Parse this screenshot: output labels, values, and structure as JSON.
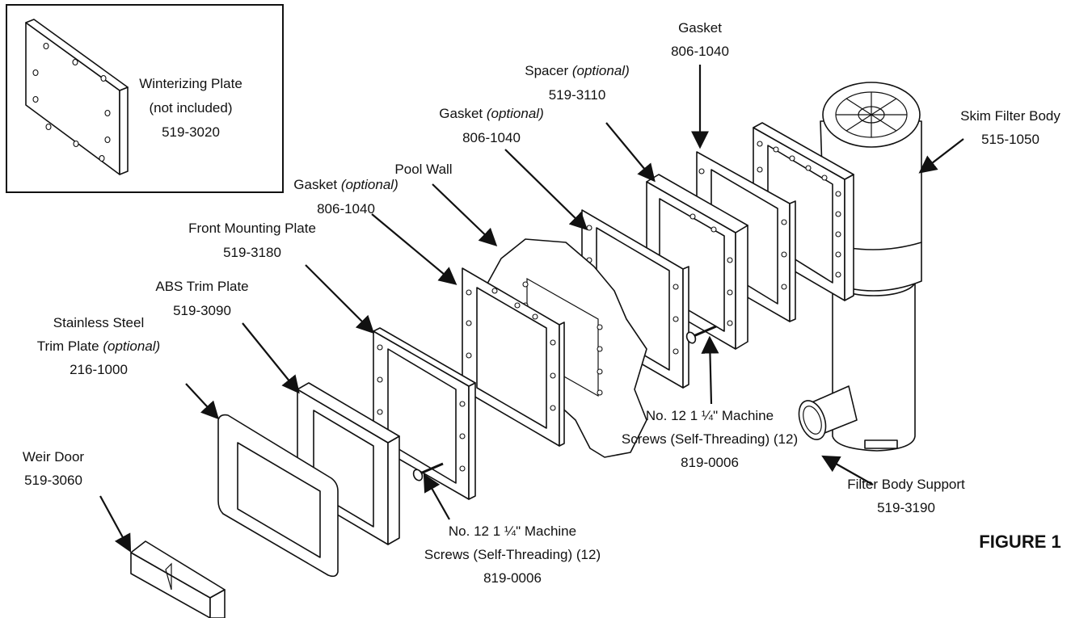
{
  "figure_label": "FIGURE 1",
  "inset": {
    "name": "Winterizing Plate",
    "note": "(not included)",
    "part_no": "519-3020"
  },
  "parts": {
    "skim_filter_body": {
      "name": "Skim Filter Body",
      "part_no": "515-1050"
    },
    "gasket_top": {
      "name": "Gasket",
      "part_no": "806-1040"
    },
    "spacer": {
      "name": "Spacer",
      "qualifier": "(optional)",
      "part_no": "519-3110"
    },
    "gasket_mid": {
      "name": "Gasket",
      "qualifier": "(optional)",
      "part_no": "806-1040"
    },
    "pool_wall": {
      "name": "Pool Wall"
    },
    "gasket_front": {
      "name": "Gasket",
      "qualifier": "(optional)",
      "part_no": "806-1040"
    },
    "front_mounting_plate": {
      "name": "Front Mounting Plate",
      "part_no": "519-3180"
    },
    "abs_trim_plate": {
      "name": "ABS Trim Plate",
      "part_no": "519-3090"
    },
    "stainless_trim_plate": {
      "name_line1": "Stainless Steel",
      "name_line2": "Trim Plate",
      "qualifier": "(optional)",
      "part_no": "216-1000"
    },
    "weir_door": {
      "name": "Weir Door",
      "part_no": "519-3060"
    },
    "screws_front": {
      "line1": "No. 12 1 ¼\" Machine",
      "line2": "Screws (Self-Threading) (12)",
      "part_no": "819-0006"
    },
    "screws_back": {
      "line1": "No. 12 1 ¼\" Machine",
      "line2": "Screws (Self-Threading) (12)",
      "part_no": "819-0006"
    },
    "filter_body_support": {
      "name": "Filter Body Support",
      "part_no": "519-3190"
    }
  }
}
